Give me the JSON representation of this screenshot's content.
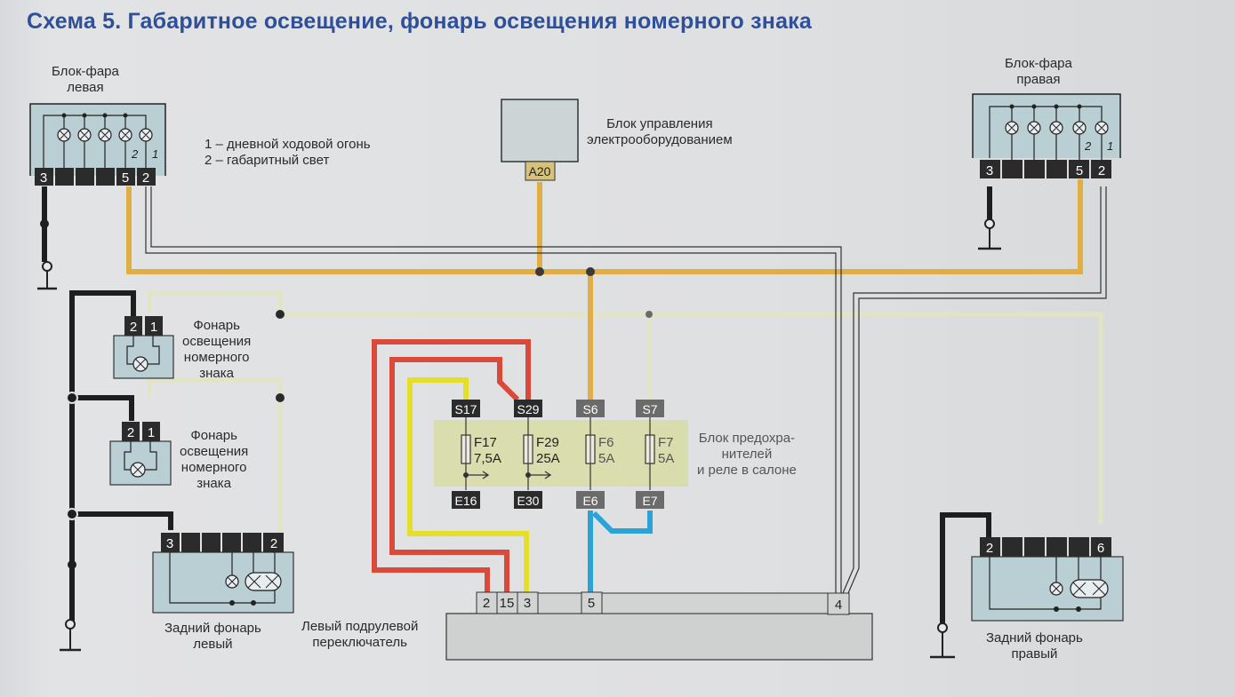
{
  "title": "Схема 5. Габаритное освещение, фонарь освещения номерного знака",
  "colors": {
    "title": "#2e4f9a",
    "wire_orange": "#e0ae45",
    "wire_black": "#1e1e1e",
    "wire_red": "#d94a3a",
    "wire_yellow": "#e6df2a",
    "wire_blue": "#2aa4d6",
    "wire_pale_green": "#e2e5c4",
    "component_fill": "#b9cfd3",
    "fuse_block_fill": "#d8dca4",
    "pin_fill": "#2b2b2b"
  },
  "components": {
    "headlamp_left": {
      "label_line1": "Блок-фара",
      "label_line2": "левая",
      "pins": [
        "3",
        "",
        "",
        "",
        "5",
        "2"
      ],
      "lamp_markers": [
        "2",
        "1"
      ]
    },
    "headlamp_right": {
      "label_line1": "Блок-фара",
      "label_line2": "правая",
      "pins": [
        "3",
        "",
        "",
        "",
        "5",
        "2"
      ],
      "lamp_markers": [
        "2",
        "1"
      ]
    },
    "legend": {
      "line1": "1 – дневной ходовой огонь",
      "line2": "2 – габаритный свет"
    },
    "bcm": {
      "label_line1": "Блок управления",
      "label_line2": "электрооборудованием",
      "pin": "A20"
    },
    "plate_lamp_1": {
      "label_lines": [
        "Фонарь",
        "освещения",
        "номерного",
        "знака"
      ],
      "pins": [
        "2",
        "1"
      ]
    },
    "plate_lamp_2": {
      "label_lines": [
        "Фонарь",
        "освещения",
        "номерного",
        "знака"
      ],
      "pins": [
        "2",
        "1"
      ]
    },
    "rear_lamp_left": {
      "label_line1": "Задний фонарь",
      "label_line2": "левый",
      "pins": [
        "3",
        "",
        "",
        "",
        "",
        "2"
      ]
    },
    "rear_lamp_right": {
      "label_line1": "Задний фонарь",
      "label_line2": "правый",
      "pins": [
        "2",
        "",
        "",
        "",
        "",
        "6"
      ]
    },
    "fuse_block": {
      "label_lines": [
        "Блок предохра-",
        "нителей",
        "и реле в салоне"
      ],
      "fuses": [
        {
          "top": "S17",
          "name": "F17",
          "rating": "7,5A",
          "bottom": "E16"
        },
        {
          "top": "S29",
          "name": "F29",
          "rating": "25A",
          "bottom": "E30"
        },
        {
          "top": "S6",
          "name": "F6",
          "rating": "5A",
          "bottom": "E6"
        },
        {
          "top": "S7",
          "name": "F7",
          "rating": "5A",
          "bottom": "E7"
        }
      ]
    },
    "stalk_switch": {
      "label_line1": "Левый подрулевой",
      "label_line2": "переключатель",
      "pins": [
        "2",
        "15",
        "3",
        "",
        "5",
        "",
        "4"
      ]
    }
  }
}
